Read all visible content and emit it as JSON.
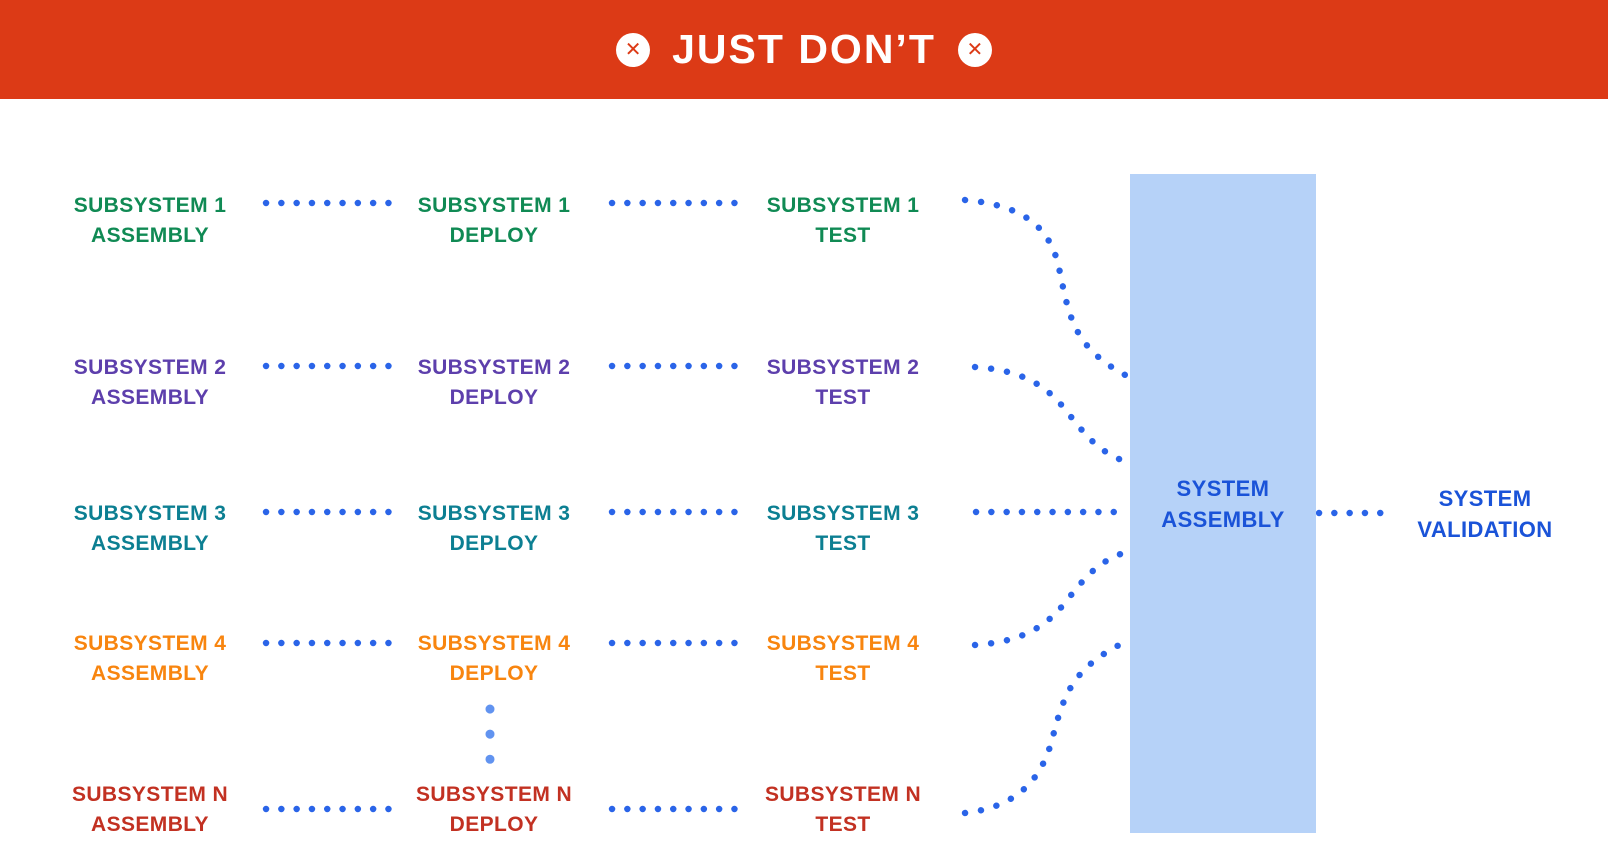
{
  "banner": {
    "title": "JUST DON’T",
    "icon": "circled-x-icon",
    "icon_glyph": "✕"
  },
  "rows": [
    {
      "name": "SUBSYSTEM 1",
      "color": "#108A54",
      "stages": [
        "ASSEMBLY",
        "DEPLOY",
        "TEST"
      ]
    },
    {
      "name": "SUBSYSTEM 2",
      "color": "#5D3FAC",
      "stages": [
        "ASSEMBLY",
        "DEPLOY",
        "TEST"
      ]
    },
    {
      "name": "SUBSYSTEM 3",
      "color": "#0C7F92",
      "stages": [
        "ASSEMBLY",
        "DEPLOY",
        "TEST"
      ]
    },
    {
      "name": "SUBSYSTEM 4",
      "color": "#F8850F",
      "stages": [
        "ASSEMBLY",
        "DEPLOY",
        "TEST"
      ]
    },
    {
      "name": "SUBSYSTEM N",
      "color": "#C23122",
      "stages": [
        "ASSEMBLY",
        "DEPLOY",
        "TEST"
      ]
    }
  ],
  "system_assembly": {
    "line1": "SYSTEM",
    "line2": "ASSEMBLY"
  },
  "system_validation": {
    "line1": "SYSTEM",
    "line2": "VALIDATION"
  },
  "colors": {
    "banner_bg": "#DC3A16",
    "banner_text": "#FFFFFF",
    "dot_blue": "#2A64E8",
    "dot_light_blue": "#6193F0",
    "box_fill": "#B6D2F8",
    "system_text": "#1A53D8",
    "page_bg": "#FFFFFF"
  }
}
